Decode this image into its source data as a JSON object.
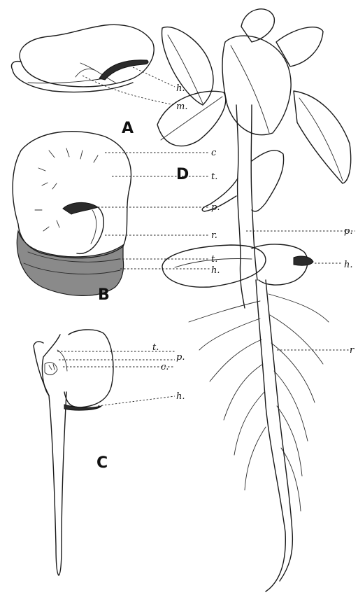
{
  "panels": {
    "A": {
      "letter": "A",
      "labels": {
        "h": "h.",
        "m": "m."
      }
    },
    "B": {
      "letter": "B",
      "labels": {
        "c": "c",
        "t1": "t.",
        "p": "p.",
        "r": "r.",
        "t2": "t.",
        "h": "h."
      }
    },
    "C": {
      "letter": "C",
      "labels": {
        "t": "t.",
        "p": "p.",
        "c": "c.",
        "h": "h."
      }
    },
    "D": {
      "letter": "D",
      "labels": {
        "p": "p.",
        "h": "h.",
        "r": "r"
      }
    }
  }
}
